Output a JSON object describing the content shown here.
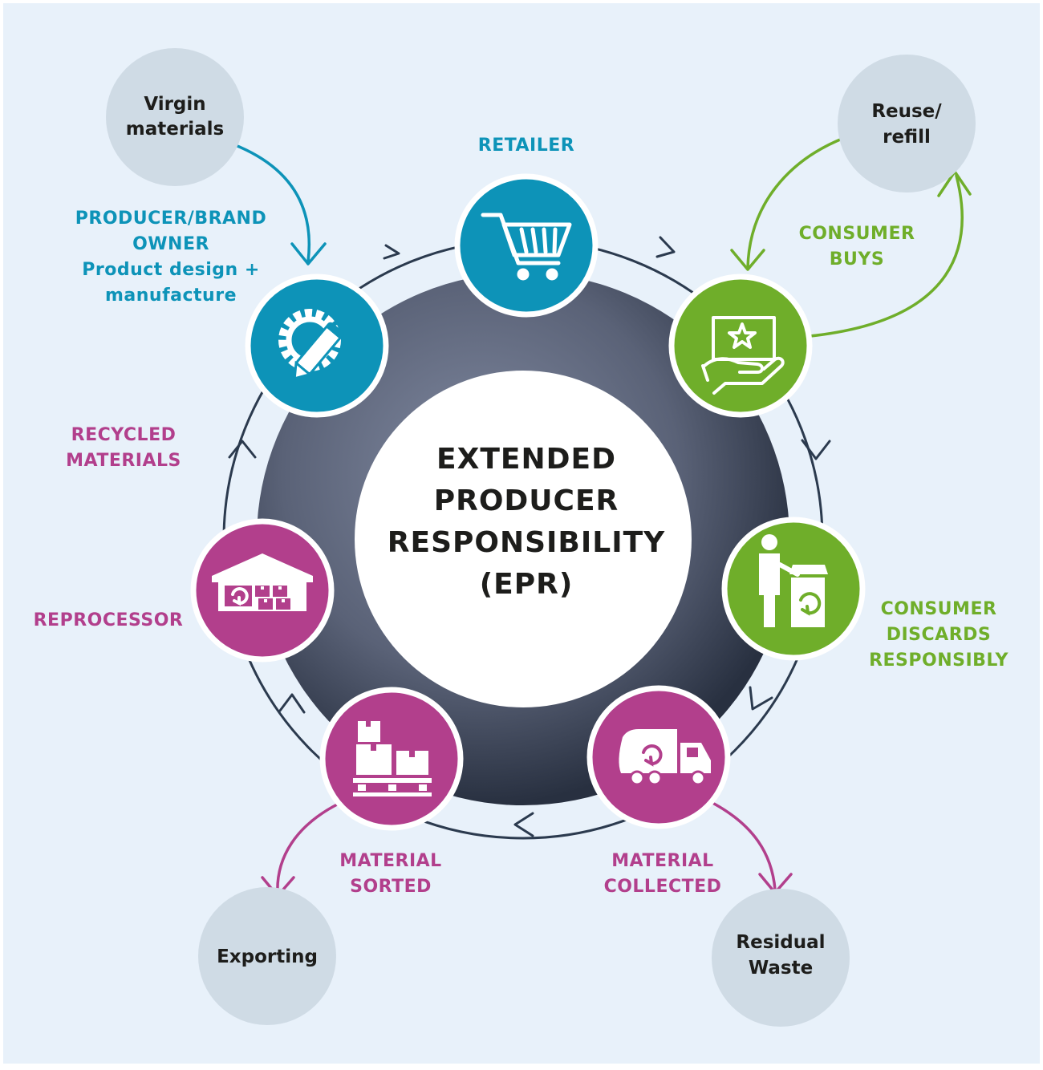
{
  "title": [
    "EXTENDED",
    "PRODUCER",
    "RESPONSIBILITY",
    "(EPR)"
  ],
  "colors": {
    "background": "#e8f1fa",
    "teal": "#0d93b8",
    "green": "#6fae2a",
    "magenta": "#b23f8c",
    "bubble": "#cfdbe5",
    "ring": "#545c6f",
    "ring_arrows": "#2b3a4e"
  },
  "stages": [
    {
      "id": "retailer",
      "icon": "shopping-cart-icon",
      "color": "teal",
      "caption": [
        "RETAILER"
      ]
    },
    {
      "id": "consumer-buys",
      "icon": "hand-product-icon",
      "color": "green",
      "caption": [
        "CONSUMER",
        "BUYS"
      ]
    },
    {
      "id": "consumer-discards",
      "icon": "person-recycle-bin-icon",
      "color": "green",
      "caption": [
        "CONSUMER",
        "DISCARDS",
        "RESPONSIBLY"
      ]
    },
    {
      "id": "material-collected",
      "icon": "recycling-truck-icon",
      "color": "magenta",
      "caption": [
        "MATERIAL",
        "COLLECTED"
      ]
    },
    {
      "id": "material-sorted",
      "icon": "pallet-boxes-icon",
      "color": "magenta",
      "caption": [
        "MATERIAL",
        "SORTED"
      ]
    },
    {
      "id": "reprocessor",
      "icon": "recycling-warehouse-icon",
      "color": "magenta",
      "caption": [
        "REPROCESSOR"
      ]
    },
    {
      "id": "producer",
      "icon": "gear-pencil-icon",
      "color": "teal",
      "caption": [
        "PRODUCER/BRAND",
        "OWNER",
        "Product design +",
        "manufacture"
      ]
    }
  ],
  "recycled_materials_label": [
    "RECYCLED",
    "MATERIALS"
  ],
  "bubbles": [
    {
      "id": "virgin-materials",
      "text": [
        "Virgin",
        "materials"
      ]
    },
    {
      "id": "reuse-refill",
      "text": [
        "Reuse/",
        "refill"
      ]
    },
    {
      "id": "exporting",
      "text": [
        "Exporting"
      ]
    },
    {
      "id": "residual-waste",
      "text": [
        "Residual",
        "Waste"
      ]
    }
  ]
}
